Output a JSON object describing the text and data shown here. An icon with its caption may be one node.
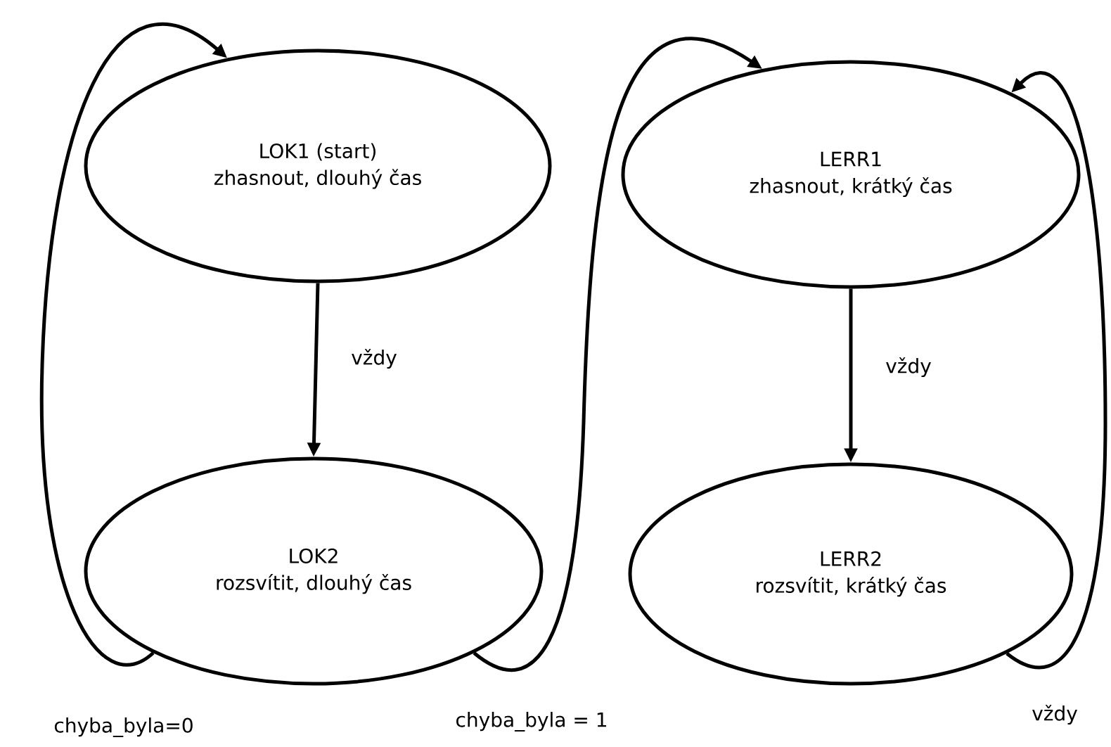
{
  "diagram": {
    "nodes": [
      {
        "text": [
          "LOK1 (start)",
          "zhasnout, dlouhý čas"
        ]
      },
      {
        "text": [
          "LOK2",
          "rozsvítit, dlouhý čas"
        ]
      },
      {
        "text": [
          "LERR1",
          "zhasnout, krátký čas"
        ]
      },
      {
        "text": [
          "LERR2",
          "rozsvítit, krátký čas"
        ]
      }
    ],
    "edges": [
      {
        "from": 0,
        "to": 1,
        "arrow": "to",
        "label": "vždy"
      },
      {
        "from": 1,
        "to": 0,
        "arrow": "to",
        "label": "chyba_byla=0"
      },
      {
        "from": 1,
        "to": 2,
        "arrow": "to",
        "label": "chyba_byla = 1"
      },
      {
        "from": 2,
        "to": 3,
        "arrow": "to",
        "label": "vždy"
      },
      {
        "from": 3,
        "to": 2,
        "arrow": "to",
        "label": "vždy"
      }
    ]
  }
}
